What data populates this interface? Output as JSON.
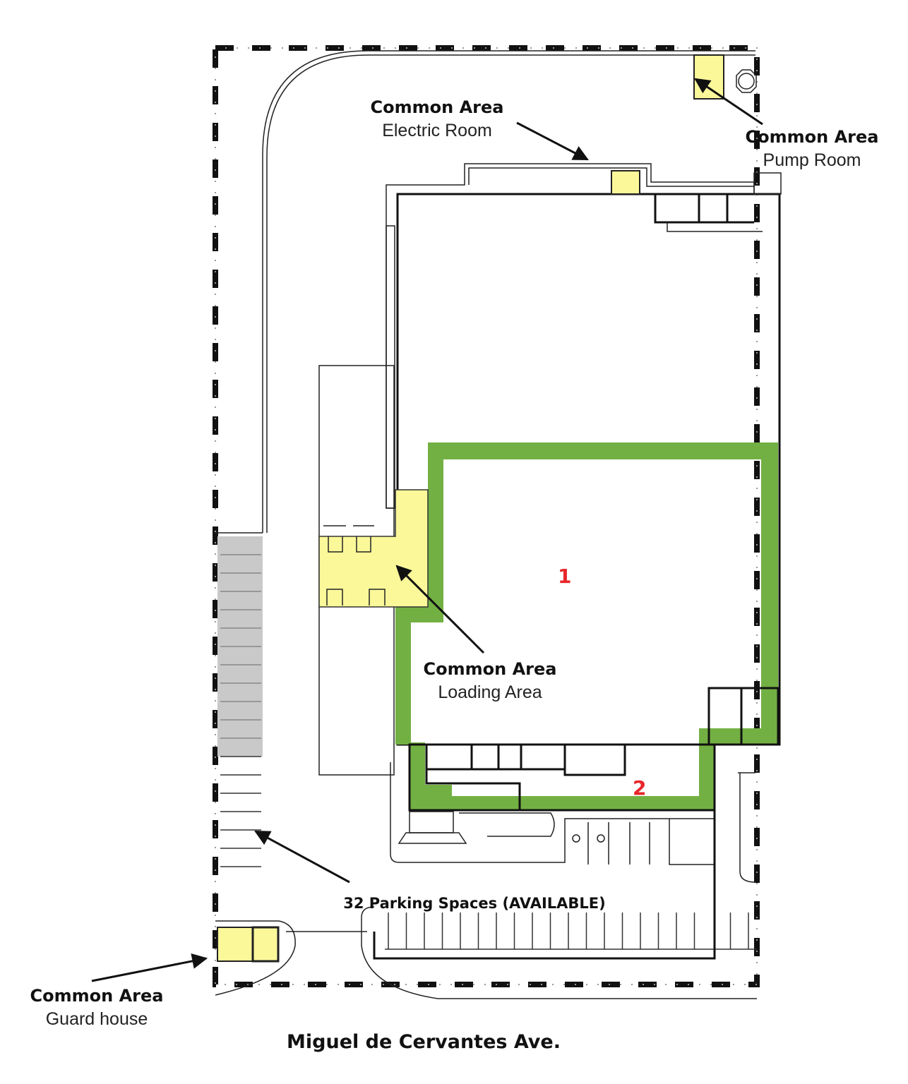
{
  "colors": {
    "tenant_area": "#72b043",
    "common_area": "#fbf89a",
    "unit_number": "#e8262a",
    "parking": "#c9c9c9"
  },
  "labels": {
    "electric": {
      "title": "Common Area",
      "subtitle": "Electric Room"
    },
    "pump": {
      "title": "Common Area",
      "subtitle": "Pump Room"
    },
    "loading": {
      "title": "Common Area",
      "subtitle": "Loading Area"
    },
    "guard": {
      "title": "Common Area",
      "subtitle": "Guard house"
    },
    "parking": "32 Parking Spaces (AVAILABLE)",
    "street": "Miguel de Cervantes Ave."
  },
  "units": [
    "1",
    "2"
  ]
}
